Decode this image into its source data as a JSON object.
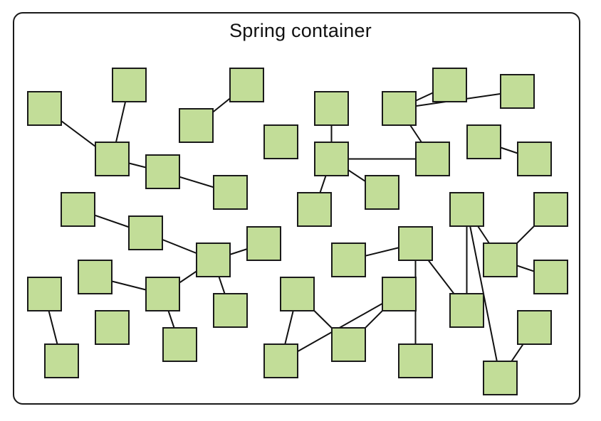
{
  "container": {
    "title": "Spring container"
  },
  "colors": {
    "bean_fill": "#c2dd98",
    "bean_stroke": "#1a1a1a",
    "edge": "#111111",
    "frame": "#1a1a1a"
  },
  "beans": [
    "bean-1",
    "bean-2",
    "bean-3",
    "bean-4",
    "bean-5",
    "bean-6",
    "bean-7",
    "bean-8",
    "bean-9",
    "bean-10",
    "bean-11",
    "bean-12",
    "bean-13",
    "bean-14",
    "bean-15",
    "bean-16",
    "bean-17",
    "bean-18",
    "bean-19",
    "bean-20",
    "bean-21",
    "bean-22",
    "bean-23",
    "bean-24",
    "bean-25",
    "bean-26",
    "bean-27",
    "bean-28",
    "bean-29",
    "bean-30",
    "bean-31",
    "bean-32",
    "bean-33",
    "bean-34",
    "bean-35",
    "bean-36",
    "bean-37",
    "bean-38",
    "bean-39",
    "bean-40",
    "bean-41",
    "bean-42",
    "bean-43"
  ],
  "dependencies": [
    [
      "bean-1",
      "bean-3"
    ],
    [
      "bean-2",
      "bean-3"
    ],
    [
      "bean-3",
      "bean-4"
    ],
    [
      "bean-4",
      "bean-5"
    ],
    [
      "bean-6",
      "bean-7"
    ],
    [
      "bean-9",
      "bean-10"
    ],
    [
      "bean-10",
      "bean-11"
    ],
    [
      "bean-10",
      "bean-12"
    ],
    [
      "bean-10",
      "bean-16"
    ],
    [
      "bean-13",
      "bean-14"
    ],
    [
      "bean-14",
      "bean-15"
    ],
    [
      "bean-14",
      "bean-16"
    ],
    [
      "bean-17",
      "bean-18"
    ],
    [
      "bean-19",
      "bean-20"
    ],
    [
      "bean-20",
      "bean-21"
    ],
    [
      "bean-21",
      "bean-22"
    ],
    [
      "bean-21",
      "bean-24"
    ],
    [
      "bean-21",
      "bean-25"
    ],
    [
      "bean-23",
      "bean-24"
    ],
    [
      "bean-24",
      "bean-26"
    ],
    [
      "bean-27",
      "bean-28"
    ],
    [
      "bean-29",
      "bean-30"
    ],
    [
      "bean-29",
      "bean-31"
    ],
    [
      "bean-30",
      "bean-32"
    ],
    [
      "bean-31",
      "bean-32"
    ],
    [
      "bean-33",
      "bean-34"
    ],
    [
      "bean-34",
      "bean-35"
    ],
    [
      "bean-34",
      "bean-36"
    ],
    [
      "bean-37",
      "bean-38"
    ],
    [
      "bean-37",
      "bean-39"
    ],
    [
      "bean-38",
      "bean-40"
    ],
    [
      "bean-38",
      "bean-41"
    ],
    [
      "bean-37",
      "bean-42"
    ],
    [
      "bean-42",
      "bean-43"
    ]
  ]
}
